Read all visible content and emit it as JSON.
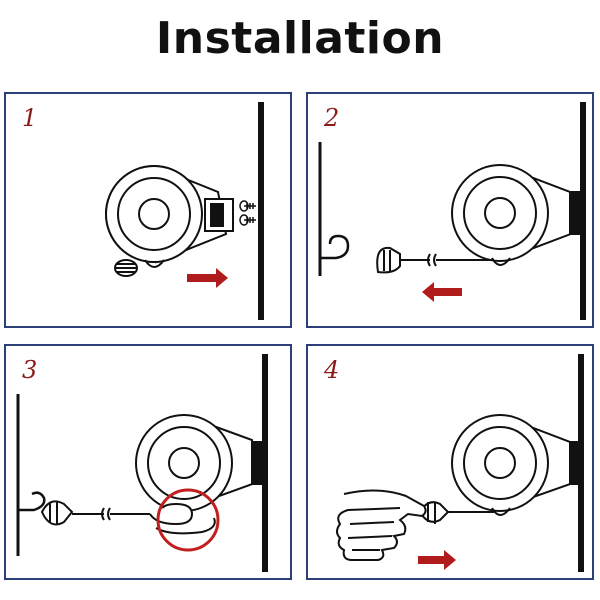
{
  "title": "Installation",
  "steps": [
    {
      "number": "1"
    },
    {
      "number": "2"
    },
    {
      "number": "3"
    },
    {
      "number": "4"
    }
  ],
  "colors": {
    "ink": "#111111",
    "step_number": "#8b1a1a",
    "arrow": "#b01c1c",
    "highlight_circle": "#c0201f",
    "panel_border": "#2d3f78"
  }
}
